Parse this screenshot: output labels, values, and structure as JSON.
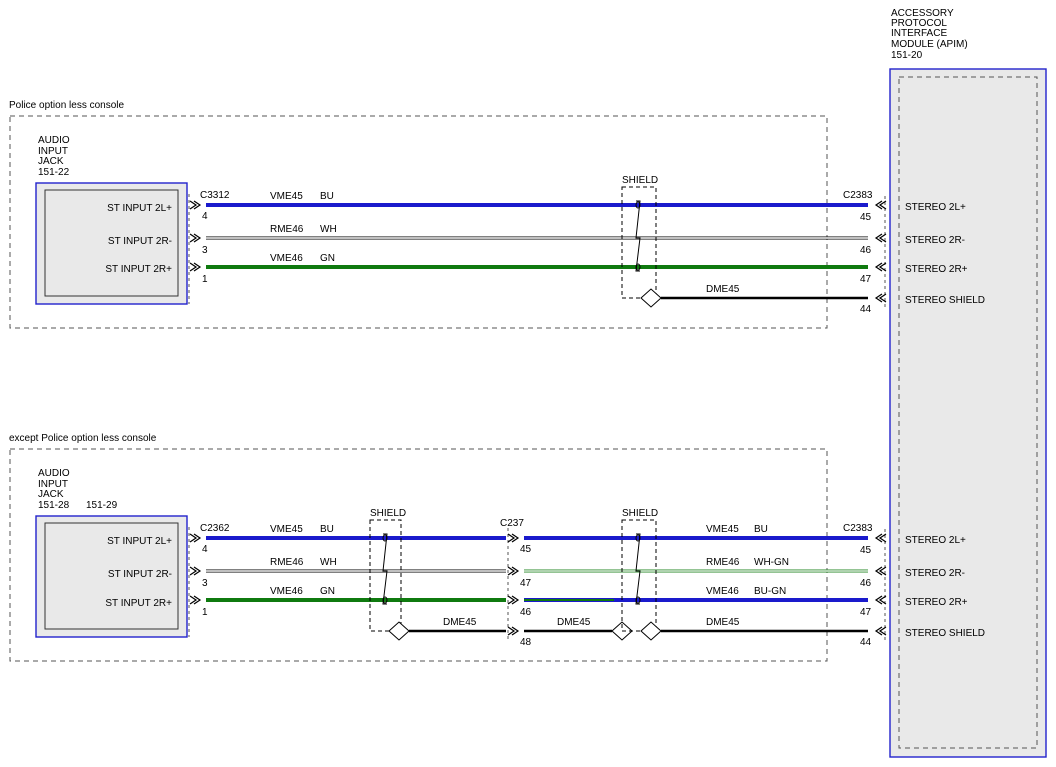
{
  "apim": {
    "title_lines": [
      "ACCESSORY",
      "PROTOCOL",
      "INTERFACE",
      "MODULE (APIM)",
      "151-20"
    ],
    "pins": [
      "STEREO 2L+",
      "STEREO 2R-",
      "STEREO 2R+",
      "STEREO SHIELD"
    ]
  },
  "section1": {
    "label": "Police option less console",
    "jack_title_lines": [
      "AUDIO",
      "INPUT",
      "JACK",
      "151-22"
    ],
    "jack_pins": [
      "ST INPUT 2L+",
      "ST INPUT 2R-",
      "ST INPUT 2R+"
    ],
    "left_connector": "C3312",
    "left_pins": [
      "4",
      "3",
      "1"
    ],
    "right_connector": "C2383",
    "right_pins": [
      "45",
      "46",
      "47",
      "44"
    ],
    "shield_label": "SHIELD",
    "wires": [
      {
        "circuit": "VME45",
        "color_code": "BU",
        "color": "#1a1acc"
      },
      {
        "circuit": "RME46",
        "color_code": "WH",
        "color": "#ffffff"
      },
      {
        "circuit": "VME46",
        "color_code": "GN",
        "color": "#0f7a0f"
      }
    ],
    "drain": {
      "circuit": "DME45"
    }
  },
  "section2": {
    "label": "except Police option less console",
    "jack_title_lines": [
      "AUDIO",
      "INPUT",
      "JACK",
      "151-28"
    ],
    "jack_ref_extra": "151-29",
    "jack_pins": [
      "ST INPUT 2L+",
      "ST INPUT 2R-",
      "ST INPUT 2R+"
    ],
    "left_connector": "C2362",
    "left_pins": [
      "4",
      "3",
      "1"
    ],
    "mid_connector": "C237",
    "mid_pins": [
      "45",
      "47",
      "46",
      "48"
    ],
    "right_connector": "C2383",
    "right_pins": [
      "45",
      "46",
      "47",
      "44"
    ],
    "shield_label_1": "SHIELD",
    "shield_label_2": "SHIELD",
    "wires_left": [
      {
        "circuit": "VME45",
        "color_code": "BU",
        "color": "#1a1acc"
      },
      {
        "circuit": "RME46",
        "color_code": "WH",
        "color": "#ffffff"
      },
      {
        "circuit": "VME46",
        "color_code": "GN",
        "color": "#0f7a0f"
      }
    ],
    "wires_right": [
      {
        "circuit": "VME45",
        "color_code": "BU",
        "color": "#1a1acc"
      },
      {
        "circuit": "RME46",
        "color_code": "WH-GN",
        "color": "#ffffff"
      },
      {
        "circuit": "VME46",
        "color_code": "BU-GN",
        "color": "#1a1acc"
      }
    ],
    "drain_1": {
      "circuit": "DME45"
    },
    "drain_2": {
      "circuit": "DME45"
    },
    "drain_3": {
      "circuit": "DME45"
    }
  }
}
